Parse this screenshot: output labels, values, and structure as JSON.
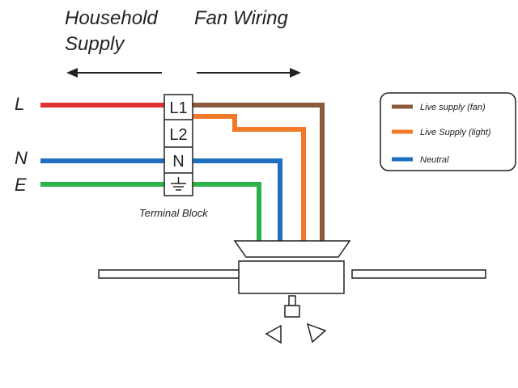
{
  "headers": {
    "household_line1": "Household",
    "household_line2": "Supply",
    "fan_wiring": "Fan Wiring"
  },
  "supply_labels": {
    "live": "L",
    "neutral": "N",
    "earth": "E"
  },
  "terminal_block": {
    "caption": "Terminal Block",
    "terminals": [
      "L1",
      "L2",
      "N"
    ],
    "earth_symbol": "earth-ground-icon"
  },
  "legend": {
    "items": [
      {
        "label": "Live supply (fan)",
        "color": "#8b5a3c"
      },
      {
        "label": "Live Supply (light)",
        "color": "#f07a28"
      },
      {
        "label": "Neutral",
        "color": "#1e6fc0"
      }
    ]
  },
  "wire_colors": {
    "live_supply": "#e03232",
    "neutral": "#1e6fc0",
    "earth": "#2cb34a",
    "fan_live": "#8b5a3c",
    "light_live": "#f07a28"
  }
}
